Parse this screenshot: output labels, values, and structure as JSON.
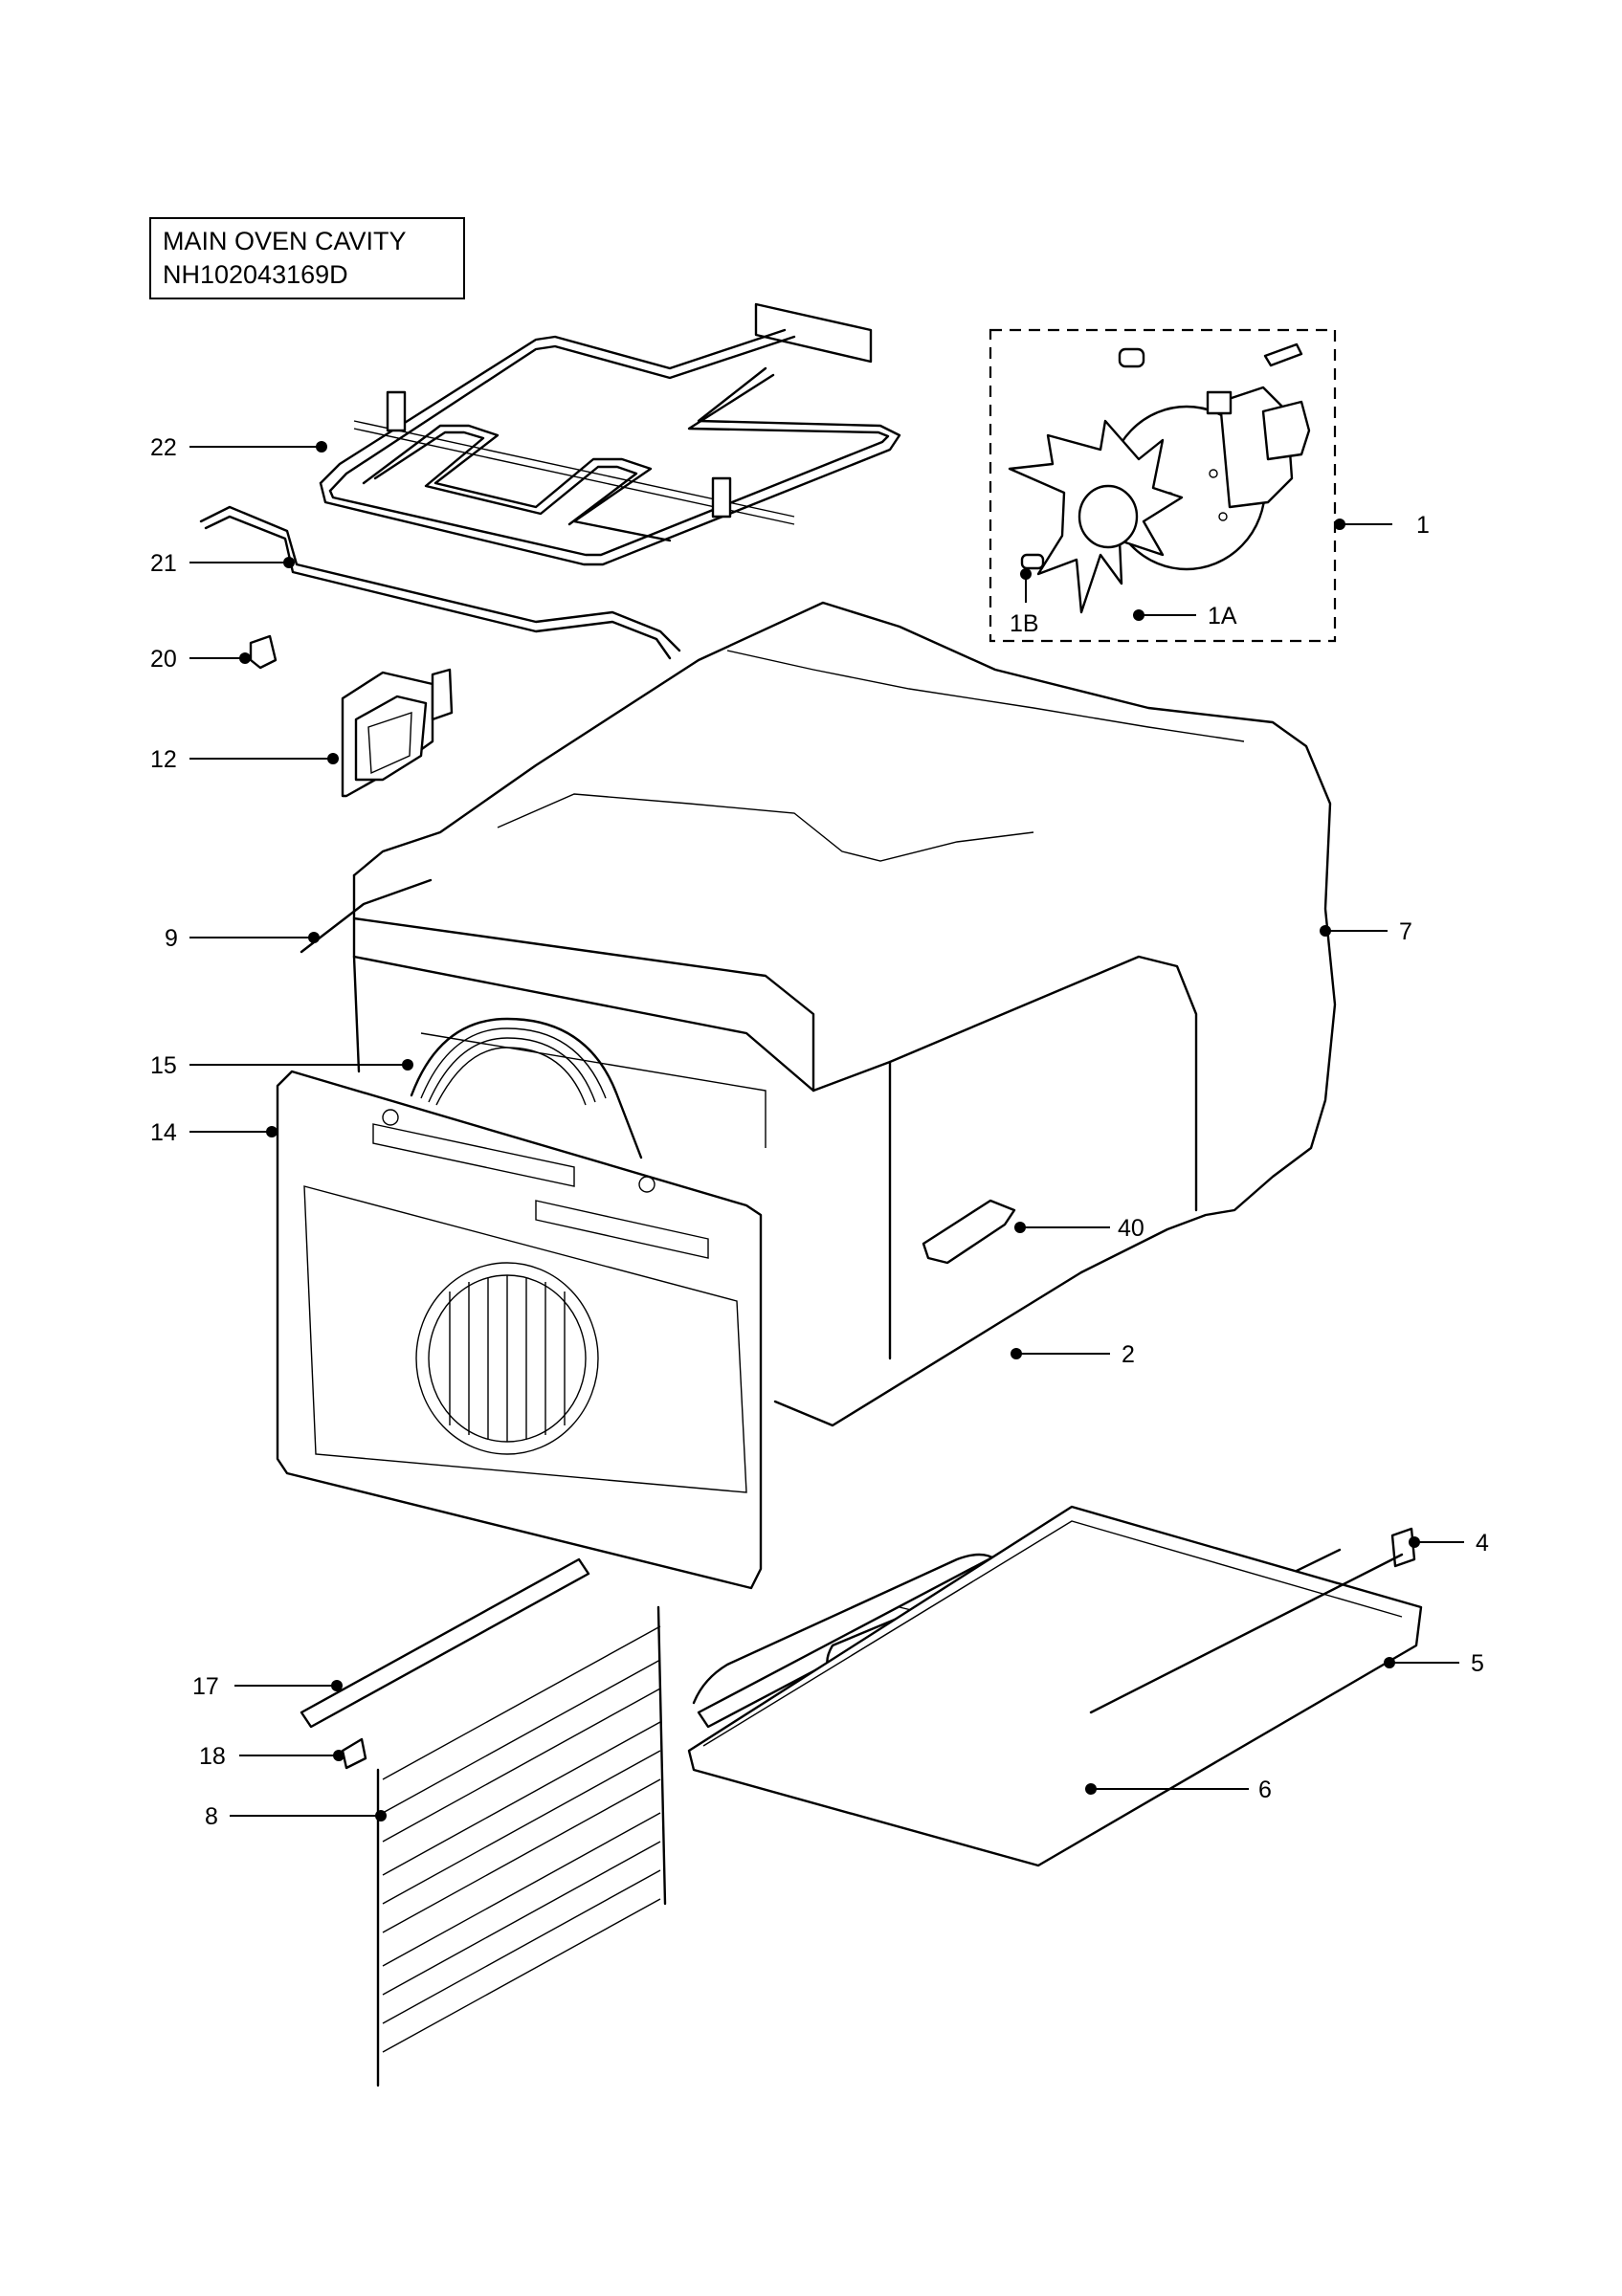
{
  "title": {
    "line1": "MAIN OVEN CAVITY",
    "line2": "NH102043169D"
  },
  "callouts": [
    {
      "id": "1",
      "label": "1"
    },
    {
      "id": "1A",
      "label": "1A"
    },
    {
      "id": "1B",
      "label": "1B"
    },
    {
      "id": "2",
      "label": "2"
    },
    {
      "id": "4",
      "label": "4"
    },
    {
      "id": "5",
      "label": "5"
    },
    {
      "id": "6",
      "label": "6"
    },
    {
      "id": "7",
      "label": "7"
    },
    {
      "id": "8",
      "label": "8"
    },
    {
      "id": "9",
      "label": "9"
    },
    {
      "id": "12",
      "label": "12"
    },
    {
      "id": "14",
      "label": "14"
    },
    {
      "id": "15",
      "label": "15"
    },
    {
      "id": "17",
      "label": "17"
    },
    {
      "id": "18",
      "label": "18"
    },
    {
      "id": "20",
      "label": "20"
    },
    {
      "id": "21",
      "label": "21"
    },
    {
      "id": "22",
      "label": "22"
    },
    {
      "id": "40",
      "label": "40"
    }
  ]
}
